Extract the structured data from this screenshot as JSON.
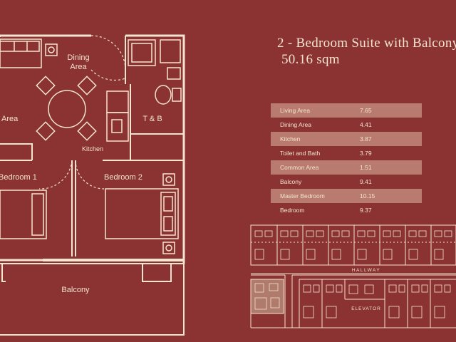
{
  "title": "2 - Bedroom Suite with Balcony",
  "subtitle": "50.16 sqm",
  "colors": {
    "background": "#8b3232",
    "line": "#f3e4cf",
    "row_shade": "#b97a6f",
    "highlight_unit": "#b07a6c"
  },
  "room_labels": {
    "dining": "Dining",
    "dining_area": "Area",
    "living": "Area",
    "tb": "T & B",
    "kitchen": "Kitchen",
    "bedroom1": "Bedroom 1",
    "bedroom2": "Bedroom 2",
    "balcony": "Balcony"
  },
  "area_table": [
    {
      "name": "Living Area",
      "value": "7.65"
    },
    {
      "name": "Dining Area",
      "value": "4.41"
    },
    {
      "name": "Kitchen",
      "value": "3.87"
    },
    {
      "name": "Toilet and Bath",
      "value": "3.79"
    },
    {
      "name": "Common Area",
      "value": "1.51"
    },
    {
      "name": "Balcony",
      "value": "9.41"
    },
    {
      "name": "Master Bedroom",
      "value": "10.15"
    },
    {
      "name": "Bedroom",
      "value": "9.37"
    }
  ],
  "key_plan": {
    "hallway": "HALLWAY",
    "elevator": "ELEVATOR"
  }
}
